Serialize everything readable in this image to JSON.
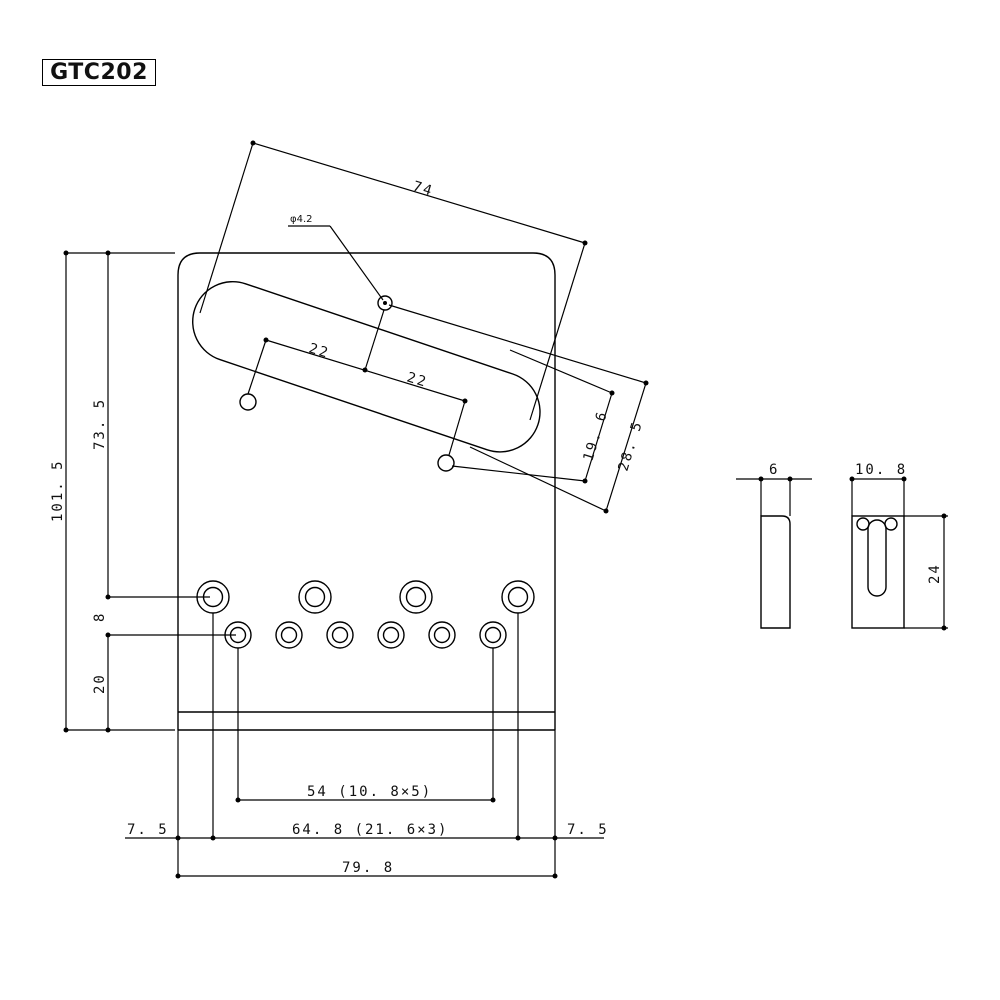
{
  "title": "GTC202",
  "dimensions": {
    "d74": "74",
    "phi": "φ4.2",
    "d22a": "22",
    "d22b": "22",
    "d19_6": "19. 6",
    "d28_5": "28. 5",
    "d101_5": "101. 5",
    "d73_5": "73. 5",
    "d8": "8",
    "d20": "20",
    "d54": "54 (10. 8×5)",
    "d7_5_left": "7. 5",
    "d64_8": "64. 8 (21. 6×3)",
    "d7_5_right": "7. 5",
    "d79_8": "79. 8",
    "d6": "6",
    "d10_8": "10. 8",
    "d24": "24"
  }
}
